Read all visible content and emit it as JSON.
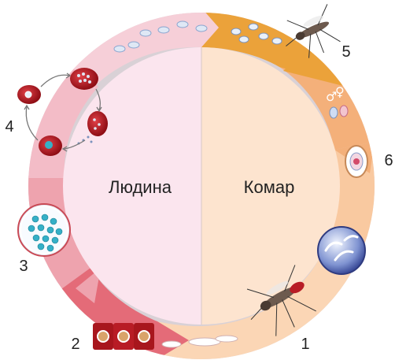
{
  "halves": {
    "human_label": "Людина",
    "mosquito_label": "Комар"
  },
  "stage_numbers": [
    "1",
    "2",
    "3",
    "4",
    "5",
    "6"
  ],
  "icons": {
    "mosquito": "mosquito-icon",
    "female_symbol": "♀",
    "male_symbol": "♂"
  },
  "colors": {
    "human_inner": "#fbe5ee",
    "mosquito_inner": "#fde4cf",
    "ring_bg": "#d9d1d6",
    "arrow_human_light": "#f6cfd8",
    "arrow_human_mid": "#eea3ae",
    "arrow_human_dark": "#e46b78",
    "arrow_mosquito_light": "#fbd6b5",
    "arrow_mosquito_mid": "#f4b07a",
    "arrow_mosquito_dark": "#eba23a",
    "blood_cell": "#c4171f",
    "parasite_blue": "#35b0c7"
  }
}
